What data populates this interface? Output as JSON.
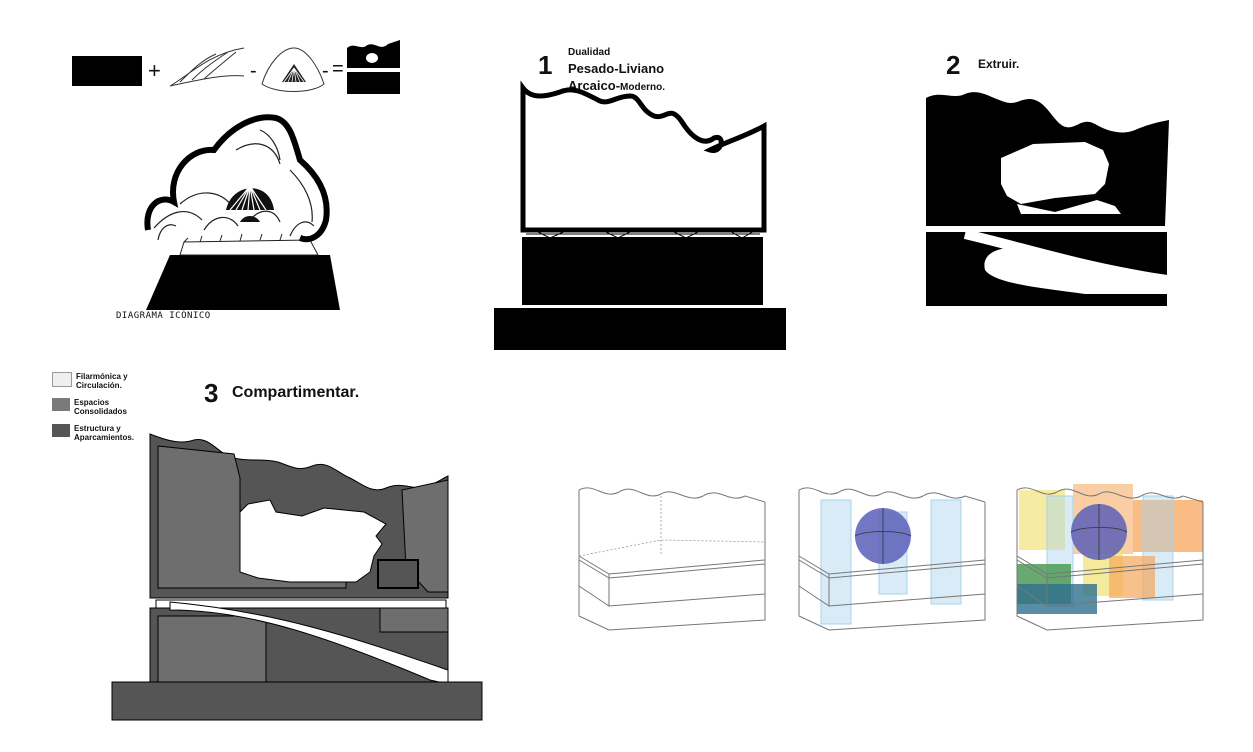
{
  "iconic": {
    "caption": "DIAGRAMA ICÓNICO",
    "plus": "+",
    "minus": "-",
    "equals": "="
  },
  "step1": {
    "number": "1",
    "line1": "Dualidad",
    "line2": "Pesado-Liviano",
    "line3a": "Arcaico-",
    "line3b": "Moderno."
  },
  "step2": {
    "number": "2",
    "label": "Extruir."
  },
  "step3": {
    "number": "3",
    "label": "Compartimentar."
  },
  "legend": [
    {
      "label": "Filarmónica y Circulación.",
      "color": "#efefef"
    },
    {
      "label": "Espacios Consolidados",
      "color": "#7a7a7a"
    },
    {
      "label": "Estructura y Aparcamientos.",
      "color": "#565656"
    }
  ],
  "colors": {
    "black": "#000000",
    "wall_dark": "#555555",
    "wall_mid": "#6e6e6e",
    "glass_blue": "#a9d3ec",
    "sphere": "#5b5fb8",
    "orange": "#f5a65b",
    "yellow": "#f2e27a",
    "green": "#4f9a56",
    "teal": "#2f6f8f"
  }
}
